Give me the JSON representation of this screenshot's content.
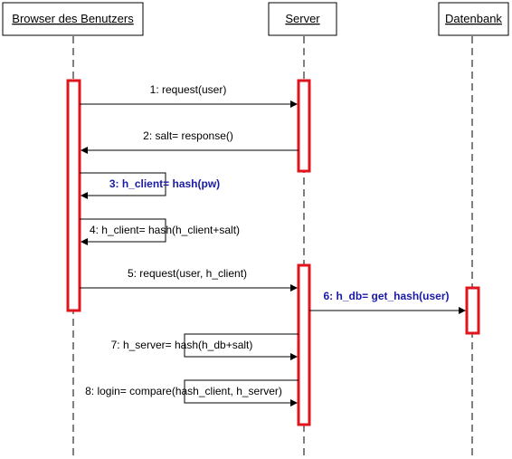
{
  "participants": [
    {
      "name": "Browser des Benutzers"
    },
    {
      "name": "Server"
    },
    {
      "name": "Datenbank"
    }
  ],
  "messages": [
    {
      "n": "1",
      "text": "1: request(user)",
      "highlight": false
    },
    {
      "n": "2",
      "text": "2: salt= response()",
      "highlight": false
    },
    {
      "n": "3",
      "text": "3: h_client= hash(pw)",
      "highlight": true
    },
    {
      "n": "4",
      "text": "4: h_client= hash(h_client+salt)",
      "highlight": false
    },
    {
      "n": "5",
      "text": "5: request(user, h_client)",
      "highlight": false
    },
    {
      "n": "6",
      "text": "6: h_db= get_hash(user)",
      "highlight": true
    },
    {
      "n": "7",
      "text": "7: h_server= hash(h_db+salt)",
      "highlight": false
    },
    {
      "n": "8",
      "text": "8: login= compare(hash_client, h_server)",
      "highlight": false
    }
  ],
  "colors": {
    "activation": "#e0141c",
    "highlight_text": "#1a1aa6",
    "line": "#000000"
  }
}
